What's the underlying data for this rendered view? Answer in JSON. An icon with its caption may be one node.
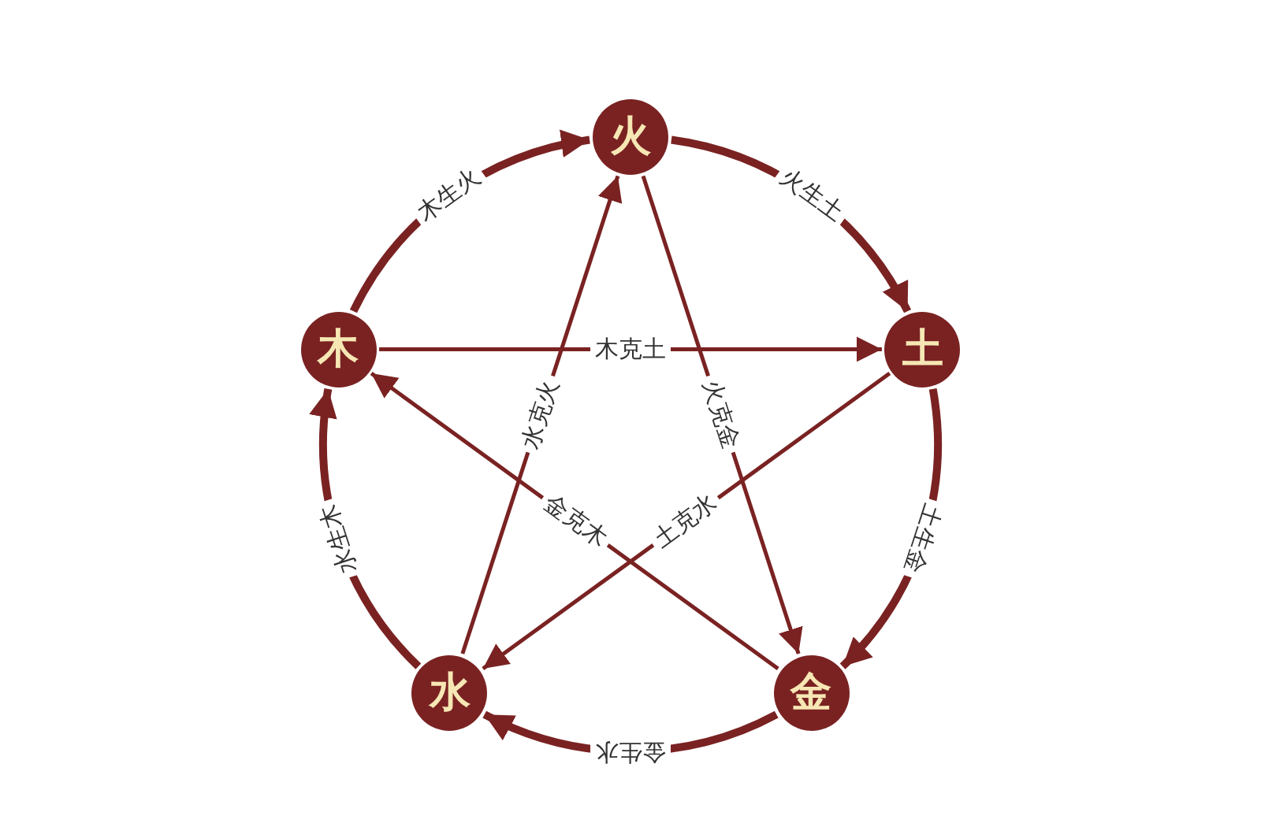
{
  "diagram": {
    "nodes": [
      {
        "text": [
          "火"
        ]
      },
      {
        "text": [
          "木"
        ]
      },
      {
        "text": [
          "土"
        ]
      },
      {
        "text": [
          "水"
        ]
      },
      {
        "text": [
          "金"
        ]
      }
    ],
    "edges": [
      {
        "from": 1,
        "to": 0,
        "arrow": "to",
        "label": "木生火",
        "style": "thick"
      },
      {
        "from": 0,
        "to": 2,
        "arrow": "to",
        "label": "火生土",
        "style": "thick"
      },
      {
        "from": 2,
        "to": 4,
        "arrow": "to",
        "label": "土生金",
        "style": "thick"
      },
      {
        "from": 4,
        "to": 3,
        "arrow": "to",
        "label": "金生水",
        "style": "thick"
      },
      {
        "from": 3,
        "to": 1,
        "arrow": "to",
        "label": "水生木",
        "style": "thick"
      },
      {
        "from": 1,
        "to": 2,
        "arrow": "to",
        "label": "木克土"
      },
      {
        "from": 2,
        "to": 3,
        "arrow": "to",
        "label": "土克水"
      },
      {
        "from": 3,
        "to": 0,
        "arrow": "to",
        "label": "水克火"
      },
      {
        "from": 0,
        "to": 4,
        "arrow": "to",
        "label": "火克金"
      },
      {
        "from": 4,
        "to": 1,
        "arrow": "to",
        "label": "金克木"
      }
    ]
  }
}
